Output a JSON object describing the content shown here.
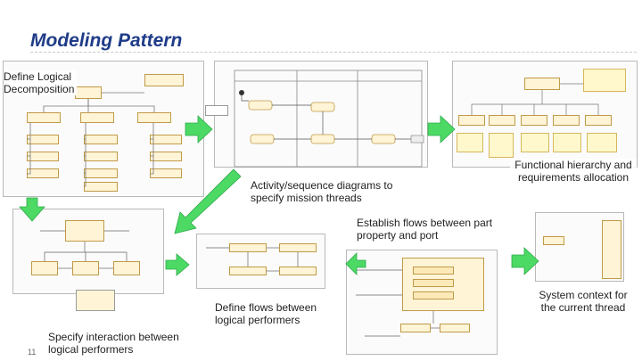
{
  "slide": {
    "title": "Modeling Pattern",
    "page_number": "11"
  },
  "labels": {
    "logical": "Define Logical Decomposition",
    "activity": "Activity/sequence diagrams to specify mission threads",
    "functional": "Functional hierarchy and requirements allocation",
    "flows_part": "Establish flows between part property and port",
    "system_context": "System context for the current thread",
    "flows_performers": "Define flows between logical performers",
    "interaction": "Specify interaction between logical performers"
  },
  "colors": {
    "title": "#1f3c88",
    "arrow": "#4cd964",
    "block_fill": "#fff4d6",
    "block_border": "#c09a48"
  }
}
